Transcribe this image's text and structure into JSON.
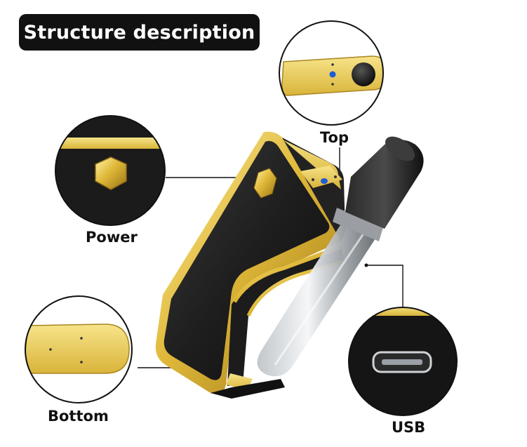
{
  "title": "Structure description",
  "labels": {
    "top": "Top",
    "power": "Power",
    "bottom": "Bottom",
    "usb": "USB"
  },
  "colors": {
    "gold": "#e8c84a",
    "body_black": "#1a1a1a",
    "indicator_blue": "#1e5bd8"
  }
}
